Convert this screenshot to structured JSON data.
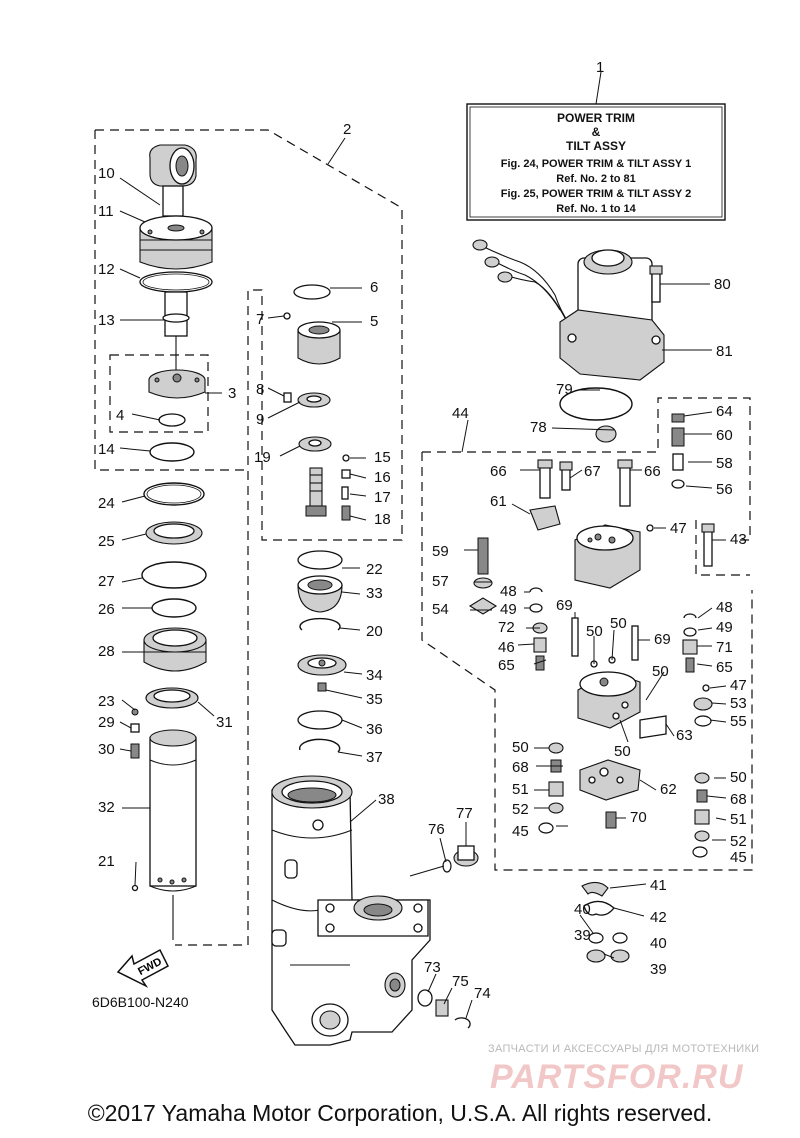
{
  "title_box": {
    "line1": "POWER TRIM",
    "line2": "&",
    "line3": "TILT ASSY",
    "line4": "Fig. 24, POWER TRIM & TILT ASSY 1",
    "line5": "Ref. No. 2 to 81",
    "line6": "Fig. 25, POWER TRIM & TILT ASSY 2",
    "line7": "Ref. No. 1 to 14"
  },
  "fwd_label": "FWD",
  "drawing_code": "6D6B100-N240",
  "watermark": {
    "tagline": "ЗАПЧАСТИ И АКСЕССУАРЫ ДЛЯ МОТОТЕХНИКИ",
    "logo": "PARTSFOR.RU"
  },
  "copyright": "©2017 Yamaha Motor Corporation, U.S.A. All rights reserved.",
  "callouts": [
    {
      "id": "c1",
      "label": "1"
    },
    {
      "id": "c2",
      "label": "2"
    },
    {
      "id": "c3",
      "label": "3"
    },
    {
      "id": "c4",
      "label": "4"
    },
    {
      "id": "c5",
      "label": "5"
    },
    {
      "id": "c6",
      "label": "6"
    },
    {
      "id": "c7",
      "label": "7"
    },
    {
      "id": "c8",
      "label": "8"
    },
    {
      "id": "c9",
      "label": "9"
    },
    {
      "id": "c10",
      "label": "10"
    },
    {
      "id": "c11",
      "label": "11"
    },
    {
      "id": "c12",
      "label": "12"
    },
    {
      "id": "c13",
      "label": "13"
    },
    {
      "id": "c14",
      "label": "14"
    },
    {
      "id": "c15",
      "label": "15"
    },
    {
      "id": "c16",
      "label": "16"
    },
    {
      "id": "c17",
      "label": "17"
    },
    {
      "id": "c18",
      "label": "18"
    },
    {
      "id": "c19",
      "label": "19"
    },
    {
      "id": "c20",
      "label": "20"
    },
    {
      "id": "c21",
      "label": "21"
    },
    {
      "id": "c22",
      "label": "22"
    },
    {
      "id": "c23",
      "label": "23"
    },
    {
      "id": "c24",
      "label": "24"
    },
    {
      "id": "c25",
      "label": "25"
    },
    {
      "id": "c26",
      "label": "26"
    },
    {
      "id": "c27",
      "label": "27"
    },
    {
      "id": "c28",
      "label": "28"
    },
    {
      "id": "c29",
      "label": "29"
    },
    {
      "id": "c30",
      "label": "30"
    },
    {
      "id": "c31",
      "label": "31"
    },
    {
      "id": "c32",
      "label": "32"
    },
    {
      "id": "c33",
      "label": "33"
    },
    {
      "id": "c34",
      "label": "34"
    },
    {
      "id": "c35",
      "label": "35"
    },
    {
      "id": "c36",
      "label": "36"
    },
    {
      "id": "c37",
      "label": "37"
    },
    {
      "id": "c38",
      "label": "38"
    },
    {
      "id": "c39a",
      "label": "39"
    },
    {
      "id": "c39b",
      "label": "39"
    },
    {
      "id": "c40a",
      "label": "40"
    },
    {
      "id": "c40b",
      "label": "40"
    },
    {
      "id": "c41",
      "label": "41"
    },
    {
      "id": "c42",
      "label": "42"
    },
    {
      "id": "c43",
      "label": "43"
    },
    {
      "id": "c44",
      "label": "44"
    },
    {
      "id": "c45a",
      "label": "45"
    },
    {
      "id": "c45b",
      "label": "45"
    },
    {
      "id": "c46",
      "label": "46"
    },
    {
      "id": "c47a",
      "label": "47"
    },
    {
      "id": "c47b",
      "label": "47"
    },
    {
      "id": "c48a",
      "label": "48"
    },
    {
      "id": "c48b",
      "label": "48"
    },
    {
      "id": "c49a",
      "label": "49"
    },
    {
      "id": "c49b",
      "label": "49"
    },
    {
      "id": "c50a",
      "label": "50"
    },
    {
      "id": "c50b",
      "label": "50"
    },
    {
      "id": "c50c",
      "label": "50"
    },
    {
      "id": "c50d",
      "label": "50"
    },
    {
      "id": "c50e",
      "label": "50"
    },
    {
      "id": "c50f",
      "label": "50"
    },
    {
      "id": "c51a",
      "label": "51"
    },
    {
      "id": "c51b",
      "label": "51"
    },
    {
      "id": "c52a",
      "label": "52"
    },
    {
      "id": "c52b",
      "label": "52"
    },
    {
      "id": "c53",
      "label": "53"
    },
    {
      "id": "c54",
      "label": "54"
    },
    {
      "id": "c55",
      "label": "55"
    },
    {
      "id": "c56",
      "label": "56"
    },
    {
      "id": "c57",
      "label": "57"
    },
    {
      "id": "c58",
      "label": "58"
    },
    {
      "id": "c59",
      "label": "59"
    },
    {
      "id": "c60",
      "label": "60"
    },
    {
      "id": "c61",
      "label": "61"
    },
    {
      "id": "c62",
      "label": "62"
    },
    {
      "id": "c63",
      "label": "63"
    },
    {
      "id": "c64",
      "label": "64"
    },
    {
      "id": "c65a",
      "label": "65"
    },
    {
      "id": "c65b",
      "label": "65"
    },
    {
      "id": "c66a",
      "label": "66"
    },
    {
      "id": "c66b",
      "label": "66"
    },
    {
      "id": "c67",
      "label": "67"
    },
    {
      "id": "c68a",
      "label": "68"
    },
    {
      "id": "c68b",
      "label": "68"
    },
    {
      "id": "c69a",
      "label": "69"
    },
    {
      "id": "c69b",
      "label": "69"
    },
    {
      "id": "c70",
      "label": "70"
    },
    {
      "id": "c71",
      "label": "71"
    },
    {
      "id": "c72",
      "label": "72"
    },
    {
      "id": "c73",
      "label": "73"
    },
    {
      "id": "c74",
      "label": "74"
    },
    {
      "id": "c75",
      "label": "75"
    },
    {
      "id": "c76",
      "label": "76"
    },
    {
      "id": "c77",
      "label": "77"
    },
    {
      "id": "c78",
      "label": "78"
    },
    {
      "id": "c79",
      "label": "79"
    },
    {
      "id": "c80",
      "label": "80"
    },
    {
      "id": "c81",
      "label": "81"
    }
  ]
}
